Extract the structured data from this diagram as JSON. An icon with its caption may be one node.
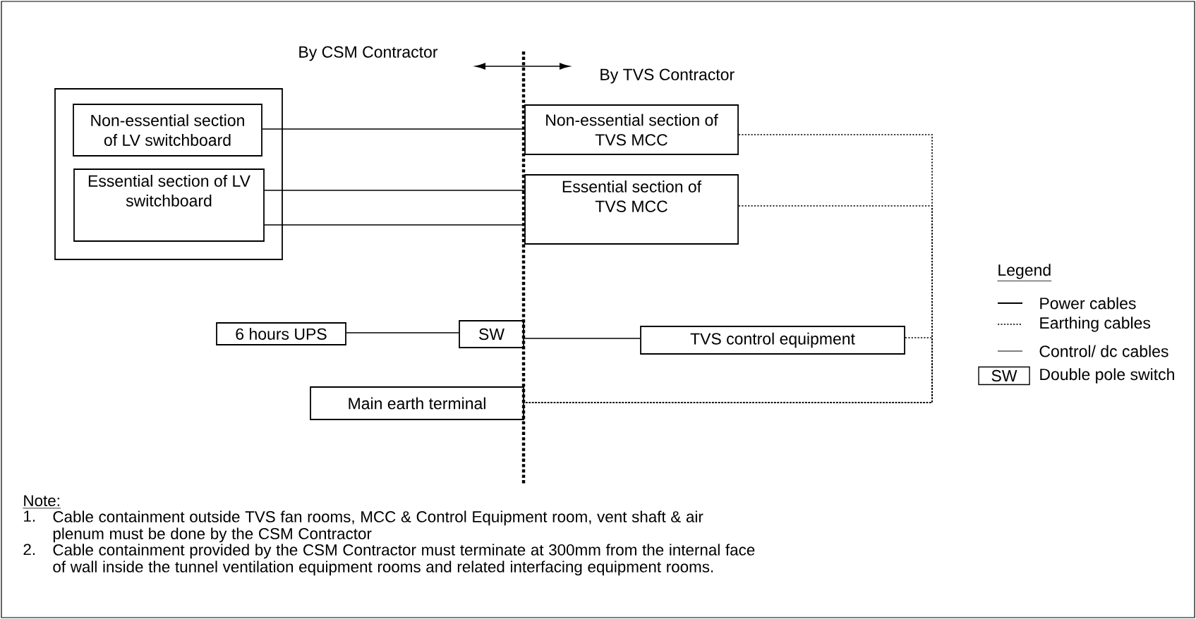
{
  "diagram": {
    "nodes": [
      {
        "text": [],
        "shape": "box"
      },
      {
        "text": [
          "Non-essential section of LV switchboard"
        ],
        "in": 0
      },
      {
        "text": [
          "Essential section of LV switchboard"
        ],
        "in": 0
      },
      {
        "text": [
          "Non-essential section of TVS MCC"
        ]
      },
      {
        "text": [
          "Essential section of TVS MCC"
        ]
      },
      {
        "text": [
          "6 hours UPS"
        ]
      },
      {
        "text": [
          "SW"
        ]
      },
      {
        "text": [
          "TVS control equipment"
        ]
      },
      {
        "text": [
          "Main earth terminal"
        ]
      }
    ],
    "edges": [
      {
        "from": 1,
        "to": 3,
        "arrow": "none"
      },
      {
        "from": 2,
        "to": 4,
        "arrow": "none"
      },
      {
        "from": 2,
        "to": 4,
        "arrow": "none"
      },
      {
        "from": 5,
        "to": 6,
        "arrow": "none"
      },
      {
        "from": 6,
        "to": 7,
        "arrow": "none"
      },
      {
        "from": 3,
        "to": 8,
        "arrow": "none",
        "style": "dashed"
      },
      {
        "from": 4,
        "to": 8,
        "arrow": "none",
        "style": "dashed"
      },
      {
        "from": 7,
        "to": 8,
        "arrow": "none",
        "style": "dashed"
      }
    ],
    "labels": [
      "By CSM Contractor",
      "By TVS Contractor",
      "Legend",
      "SW",
      "Note:",
      "1.",
      "Cable containment outside TVS fan rooms, MCC & Control Equipment room, vent shaft & air plenum must be done by the CSM Contractor",
      "2.",
      "Cable containment provided by the CSM Contractor must terminate at 300mm from the internal face of wall inside the tunnel ventilation equipment rooms and related interfacing equipment rooms."
    ],
    "legend": [
      {
        "text": "Power cables"
      },
      {
        "text": "Earthing cables"
      },
      {
        "text": "Control/ dc cables"
      },
      {
        "text": "Double pole switch"
      }
    ]
  }
}
